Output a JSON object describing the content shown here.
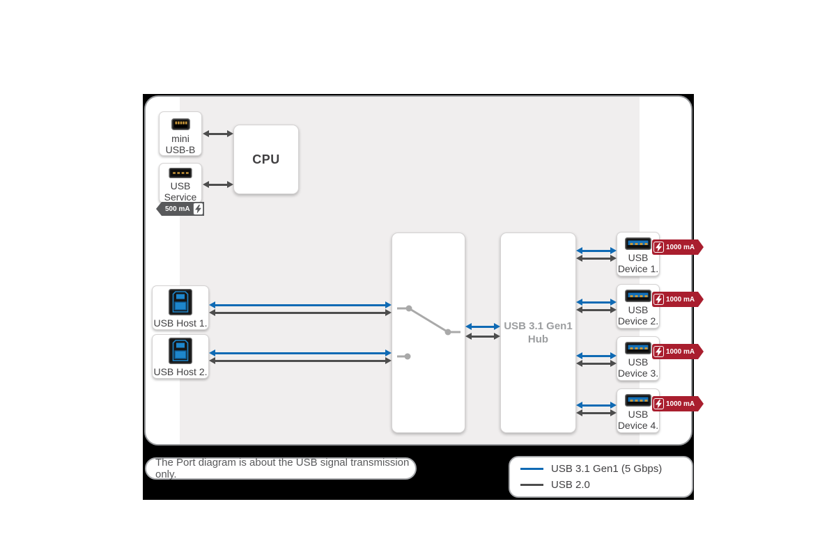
{
  "diagram": {
    "note": "The Port diagram is about the USB signal transmission only.",
    "nodes": {
      "mini_usb_b": {
        "line1": "mini",
        "line2": "USB-B"
      },
      "usb_service": {
        "line1": "USB",
        "line2": "Service",
        "power": "500 mA"
      },
      "cpu": {
        "label": "CPU"
      },
      "hosts": [
        {
          "label": "USB Host 1."
        },
        {
          "label": "USB Host 2."
        }
      ],
      "switch": {
        "label": ""
      },
      "hub": {
        "line1": "USB 3.1 Gen1",
        "line2": "Hub"
      },
      "devices": [
        {
          "line1": "USB",
          "line2": "Device 1.",
          "power": "1000 mA"
        },
        {
          "line1": "USB",
          "line2": "Device 2.",
          "power": "1000 mA"
        },
        {
          "line1": "USB",
          "line2": "Device 3.",
          "power": "1000 mA"
        },
        {
          "line1": "USB",
          "line2": "Device 4.",
          "power": "1000 mA"
        }
      ]
    },
    "legend": [
      {
        "label": "USB 3.1 Gen1 (5 Gbps)",
        "color": "#0f6ab4"
      },
      {
        "label": "USB 2.0",
        "color": "#4d4d4d"
      }
    ],
    "colors": {
      "usb3_blue": "#0f6ab4",
      "usb2_gray": "#4d4d4d",
      "power_badge_red": "#a91e2e",
      "power_badge_gray": "#58595b",
      "panel_gray": "#f0eeee"
    }
  }
}
